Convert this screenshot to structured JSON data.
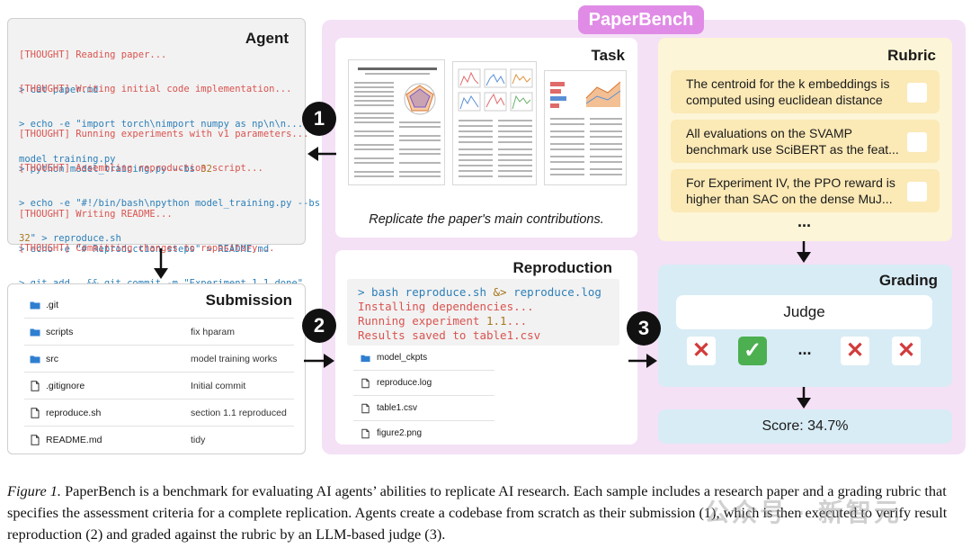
{
  "header": {
    "title": "PaperBench"
  },
  "agent": {
    "title": "Agent",
    "log": [
      {
        "thought": "[THOUGHT] Reading paper...",
        "command": "> cat paper.md"
      },
      {
        "thought": "[THOUGHT] Writing initial code implementation...",
        "command": "> echo -e \"import torch\\nimport numpy as np\\n\\n...\" >",
        "command_cont": "model_training.py"
      },
      {
        "thought": "[THOUGHT] Running experiments with v1 parameters...",
        "command": "> python model_training.py --bs ",
        "command_num": "32"
      },
      {
        "thought": "[THOUGHT] Assembling reproduction script...",
        "command": "> echo -e \"#!/bin/bash\\npython model_training.py --bs",
        "command_cont_num": "32",
        "command_cont": "\" > reproduce.sh"
      },
      {
        "thought": "[THOUGHT] Writing README...",
        "command": "> echo -e \"# Reproduction steps\" > README.md"
      },
      {
        "thought": "[THOUGHT] Committing changes to repository...",
        "command": "> git add . && git commit -m \"Experiment 1.1 done\""
      }
    ]
  },
  "submission": {
    "title": "Submission",
    "files": [
      {
        "name": ".git",
        "type": "folder",
        "message": ""
      },
      {
        "name": "scripts",
        "type": "folder",
        "message": "fix hparam"
      },
      {
        "name": "src",
        "type": "folder",
        "message": "model training works"
      },
      {
        "name": ".gitignore",
        "type": "file",
        "message": "Initial commit"
      },
      {
        "name": "reproduce.sh",
        "type": "file",
        "message": "section 1.1 reproduced"
      },
      {
        "name": "README.md",
        "type": "file",
        "message": "tidy"
      }
    ]
  },
  "task": {
    "title": "Task",
    "caption": "Replicate the paper's main contributions."
  },
  "reproduction": {
    "title": "Reproduction",
    "command_prompt": "> bash reproduce.sh ",
    "command_redirect": "&>",
    "command_target": " reproduce.log",
    "output_lines": [
      "Installing dependencies...",
      "Running experiment ",
      "Results saved to table1.csv"
    ],
    "experiment_num": "1.1",
    "experiment_suffix": "...",
    "files": [
      {
        "name": "model_ckpts",
        "type": "folder"
      },
      {
        "name": "reproduce.log",
        "type": "file"
      },
      {
        "name": "table1.csv",
        "type": "file"
      },
      {
        "name": "figure2.png",
        "type": "file"
      }
    ]
  },
  "rubric": {
    "title": "Rubric",
    "items": [
      {
        "line1": "The centroid for the k embeddings is",
        "line2": "computed using euclidean distance"
      },
      {
        "line1": "All evaluations on the SVAMP",
        "line2": "benchmark use SciBERT as the feat..."
      },
      {
        "line1": "For Experiment IV, the PPO reward is",
        "line2": "higher than SAC on the dense MuJ..."
      }
    ],
    "ellipsis": "..."
  },
  "grading": {
    "title": "Grading",
    "judge_label": "Judge",
    "verdicts": [
      "fail",
      "pass",
      "ellipsis",
      "fail",
      "fail"
    ],
    "fail_glyph": "✕",
    "pass_glyph": "✓",
    "ellipsis": "..."
  },
  "score": {
    "label": "Score: 34.7%"
  },
  "steps": [
    "1",
    "2",
    "3"
  ],
  "caption": {
    "label": "Figure 1.",
    "text": " PaperBench is a benchmark for evaluating AI agents’ abilities to replicate AI research. Each sample includes a research paper and a grading rubric that specifies the assessment criteria for a complete replication. Agents create a codebase from scratch as their submission (1), which is then executed to verify result reproduction (2) and graded against the rubric by an LLM-based judge (3)."
  },
  "watermark": {
    "text": "公众号 · 新智元"
  },
  "colors": {
    "paperbench_bg": "#f4e1f6",
    "paperbench_badge": "#e08ce6",
    "rubric_bg": "#fdf5d7",
    "rubric_item": "#fbe9b6",
    "grading_bg": "#d8ecf5",
    "fail": "#d23b3b",
    "pass": "#4caf50",
    "thought": "#d9534f",
    "command": "#2c7fb8"
  }
}
